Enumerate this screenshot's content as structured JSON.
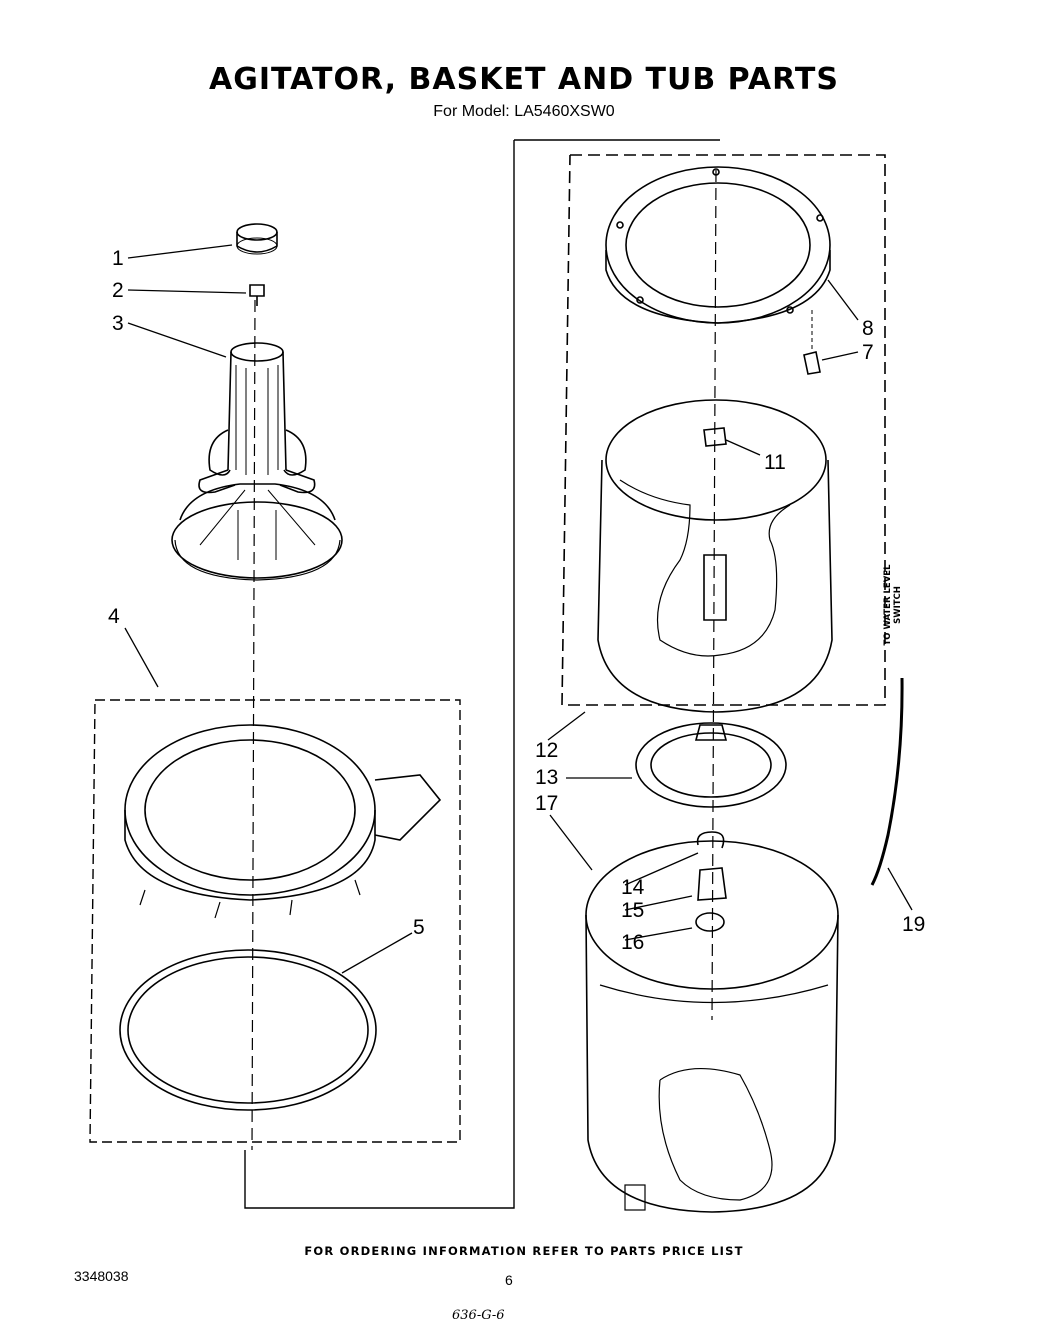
{
  "header": {
    "title": "AGITATOR, BASKET AND TUB PARTS",
    "subtitle": "For Model: LA5460XSW0"
  },
  "callouts": {
    "c1": "1",
    "c2": "2",
    "c3": "3",
    "c4": "4",
    "c5": "5",
    "c7": "7",
    "c8": "8",
    "c11": "11",
    "c12": "12",
    "c13": "13",
    "c14": "14",
    "c15": "15",
    "c16": "16",
    "c17": "17",
    "c19": "19"
  },
  "side_label": {
    "line1": "TO WATER LEVEL",
    "line2": "SWITCH"
  },
  "footer": {
    "ordering_note": "FOR ORDERING INFORMATION REFER TO PARTS PRICE LIST",
    "doc_number": "3348038",
    "page_number": "6",
    "handwritten": "636-G-6"
  }
}
